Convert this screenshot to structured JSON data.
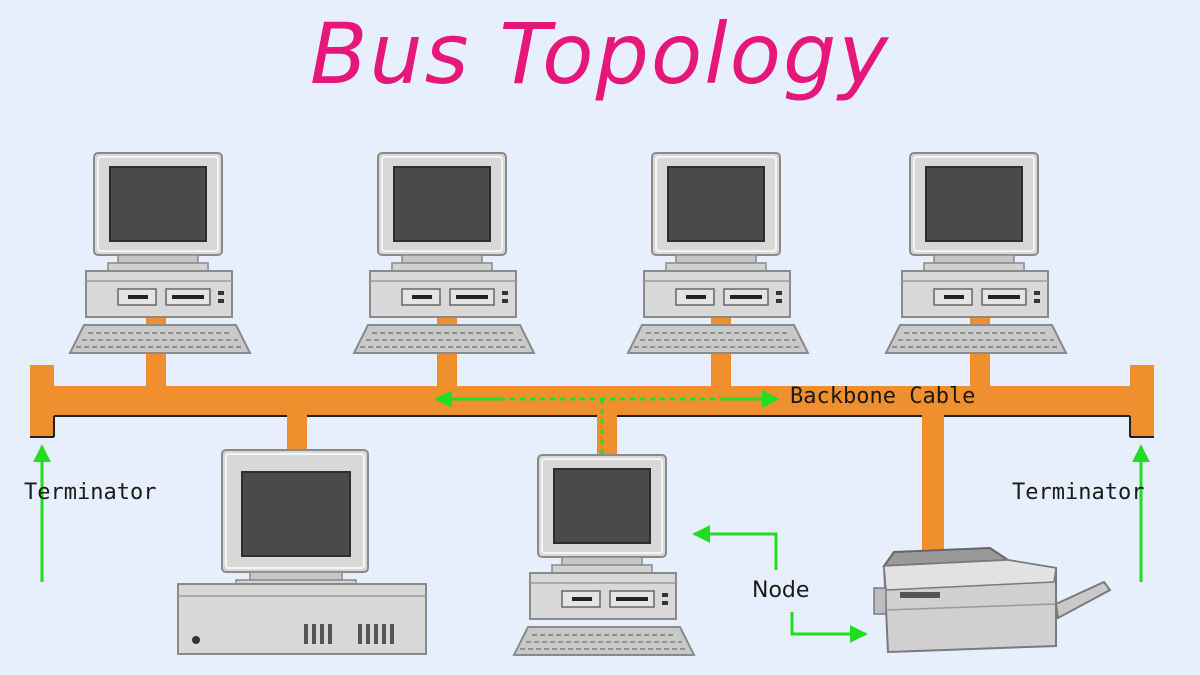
{
  "title": "Bus Topology",
  "labels": {
    "backbone": "Backbone Cable",
    "terminator_left": "Terminator",
    "terminator_right": "Terminator",
    "node": "Node"
  },
  "colors": {
    "background": "#e6effb",
    "title": "#e6177a",
    "cable": "#ef8f2d",
    "arrow": "#22dd22",
    "device_light": "#d8d8d8",
    "device_mid": "#b9b9b9",
    "screen": "#4a4a4a"
  }
}
